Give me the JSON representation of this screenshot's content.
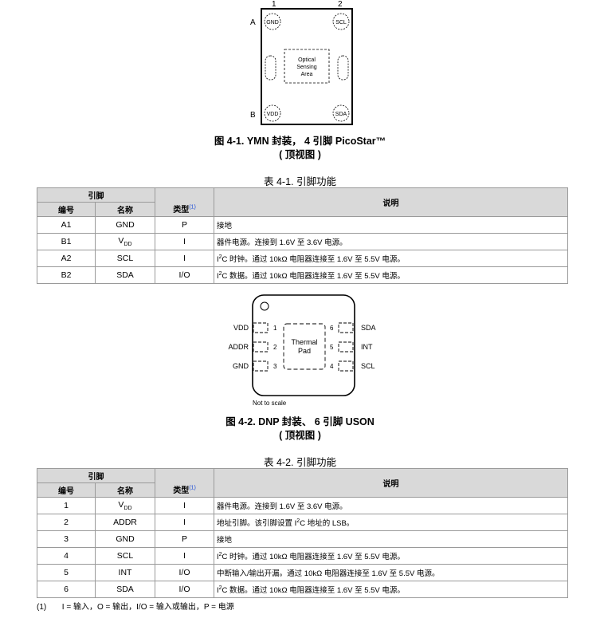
{
  "figure1": {
    "col1": "1",
    "col2": "2",
    "rowA": "A",
    "rowB": "B",
    "pin_gnd": "GND",
    "pin_scl": "SCL",
    "pin_vdd": "VDD",
    "pin_sda": "SDA",
    "sensing_line1": "Optical",
    "sensing_line2": "Sensing",
    "sensing_line3": "Area",
    "caption_line1": "图 4-1. YMN 封装， 4 引脚 PicoStar™",
    "caption_line2": "( 顶视图 )"
  },
  "table1": {
    "title": "表 4-1. 引脚功能",
    "header_pin": "引脚",
    "header_num": "编号",
    "header_name": "名称",
    "header_type": "类型",
    "header_type_ref": "(1)",
    "header_desc": "说明",
    "rows": [
      {
        "num": "A1",
        "name": "GND",
        "type": "P",
        "desc": "接地"
      },
      {
        "num": "B1",
        "name_main": "V",
        "name_sub": "DD",
        "type": "I",
        "desc": "器件电源。连接到 1.6V 至 3.6V 电源。"
      },
      {
        "num": "A2",
        "name": "SCL",
        "type": "I",
        "desc_pre": "I",
        "desc_sup": "2",
        "desc": "C 时钟。通过 10kΩ 电阻器连接至 1.6V 至 5.5V 电源。"
      },
      {
        "num": "B2",
        "name": "SDA",
        "type": "I/O",
        "desc_pre": "I",
        "desc_sup": "2",
        "desc": "C 数据。通过 10kΩ 电阻器连接至 1.6V 至 5.5V 电源。"
      }
    ]
  },
  "figure2": {
    "left_pins": [
      "VDD",
      "ADDR",
      "GND"
    ],
    "left_nums": [
      "1",
      "2",
      "3"
    ],
    "right_pins": [
      "SDA",
      "INT",
      "SCL"
    ],
    "right_nums": [
      "6",
      "5",
      "4"
    ],
    "pad_line1": "Thermal",
    "pad_line2": "Pad",
    "scale_note": "Not to scale",
    "caption_line1": "图 4-2. DNP 封装、 6 引脚 USON",
    "caption_line2": "( 顶视图 )"
  },
  "table2": {
    "title": "表 4-2. 引脚功能",
    "header_pin": "引脚",
    "header_num": "编号",
    "header_name": "名称",
    "header_type": "类型",
    "header_type_ref": "(1)",
    "header_desc": "说明",
    "rows": [
      {
        "num": "1",
        "name_main": "V",
        "name_sub": "DD",
        "type": "I",
        "desc": "器件电源。连接到 1.6V 至 3.6V 电源。"
      },
      {
        "num": "2",
        "name": "ADDR",
        "type": "I",
        "desc_a": "地址引脚。该引脚设置 I",
        "desc_sup": "2",
        "desc_b": "C 地址的 LSB。"
      },
      {
        "num": "3",
        "name": "GND",
        "type": "P",
        "desc": "接地"
      },
      {
        "num": "4",
        "name": "SCL",
        "type": "I",
        "desc_pre": "I",
        "desc_sup": "2",
        "desc": "C 时钟。通过 10kΩ 电阻器连接至 1.6V 至 5.5V 电源。"
      },
      {
        "num": "5",
        "name": "INT",
        "type": "I/O",
        "desc": "中断输入/输出开漏。通过 10kΩ 电阻器连接至 1.6V 至 5.5V 电源。"
      },
      {
        "num": "6",
        "name": "SDA",
        "type": "I/O",
        "desc_pre": "I",
        "desc_sup": "2",
        "desc": "C 数据。通过 10kΩ 电阻器连接至 1.6V 至 5.5V 电源。"
      }
    ]
  },
  "footnote": {
    "marker": "(1)",
    "text": "I = 输入，O = 输出，I/O = 输入或输出，P = 电源"
  }
}
